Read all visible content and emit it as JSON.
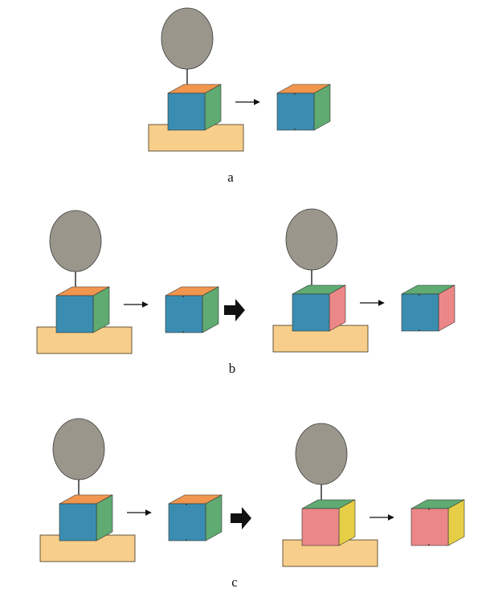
{
  "panels": [
    {
      "label": "a",
      "scenes": [
        {
          "front": "blue",
          "right": "green",
          "top": "orange"
        }
      ]
    },
    {
      "label": "b",
      "scenes": [
        {
          "front": "blue",
          "right": "green",
          "top": "orange"
        },
        {
          "front": "blue",
          "right": "pink",
          "top": "green"
        }
      ]
    },
    {
      "label": "c",
      "scenes": [
        {
          "front": "blue",
          "right": "green",
          "top": "orange"
        },
        {
          "front": "pink",
          "right": "yellow",
          "top": "green"
        }
      ]
    }
  ],
  "colors": {
    "blue": "#3a8db0",
    "green": "#5fab72",
    "orange": "#f0964f",
    "pink": "#ec8787",
    "yellow": "#e6cf46",
    "platform": "#f7cf8a",
    "platform_stroke": "#3f3320",
    "stamp": "#9a968c",
    "stamp_stroke": "#3a3a38",
    "stroke": "#333333",
    "arrow": "#111111"
  }
}
